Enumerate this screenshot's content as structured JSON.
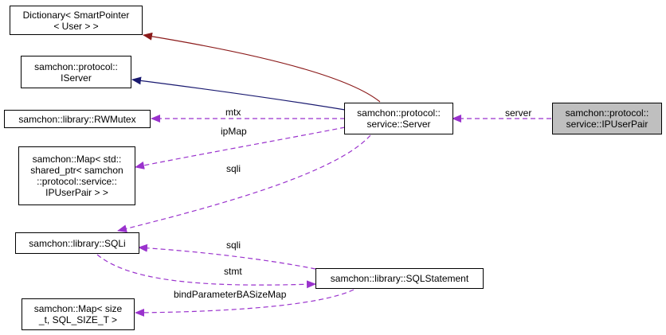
{
  "nodes": {
    "dictionary": [
      "Dictionary< SmartPointer",
      "< User > >"
    ],
    "iserver": [
      "samchon::protocol::",
      "IServer"
    ],
    "rwmutex": [
      "samchon::library::RWMutex"
    ],
    "server": [
      "samchon::protocol::",
      "service::Server"
    ],
    "ipuserpair": [
      "samchon::protocol::",
      "service::IPUserPair"
    ],
    "map_ipuserpair": [
      "samchon::Map< std::",
      "shared_ptr< samchon",
      "::protocol::service::",
      "IPUserPair > >"
    ],
    "sqli": [
      "samchon::library::SQLi"
    ],
    "sqlstatement": [
      "samchon::library::SQLStatement"
    ],
    "map_size": [
      "samchon::Map< size",
      "_t, SQL_SIZE_T >"
    ]
  },
  "edges": {
    "mtx": "mtx",
    "ipmap": "ipMap",
    "sqli_server": "sqli",
    "server": "server",
    "sqli_stmt": "sqli",
    "stmt": "stmt",
    "bind": "bindParameterBASizeMap"
  },
  "colors": {
    "inheritance_public": "#191970",
    "inheritance_other": "#8b1a1a",
    "usage": "#9a32cd",
    "current_fill": "#bfbfbf"
  }
}
